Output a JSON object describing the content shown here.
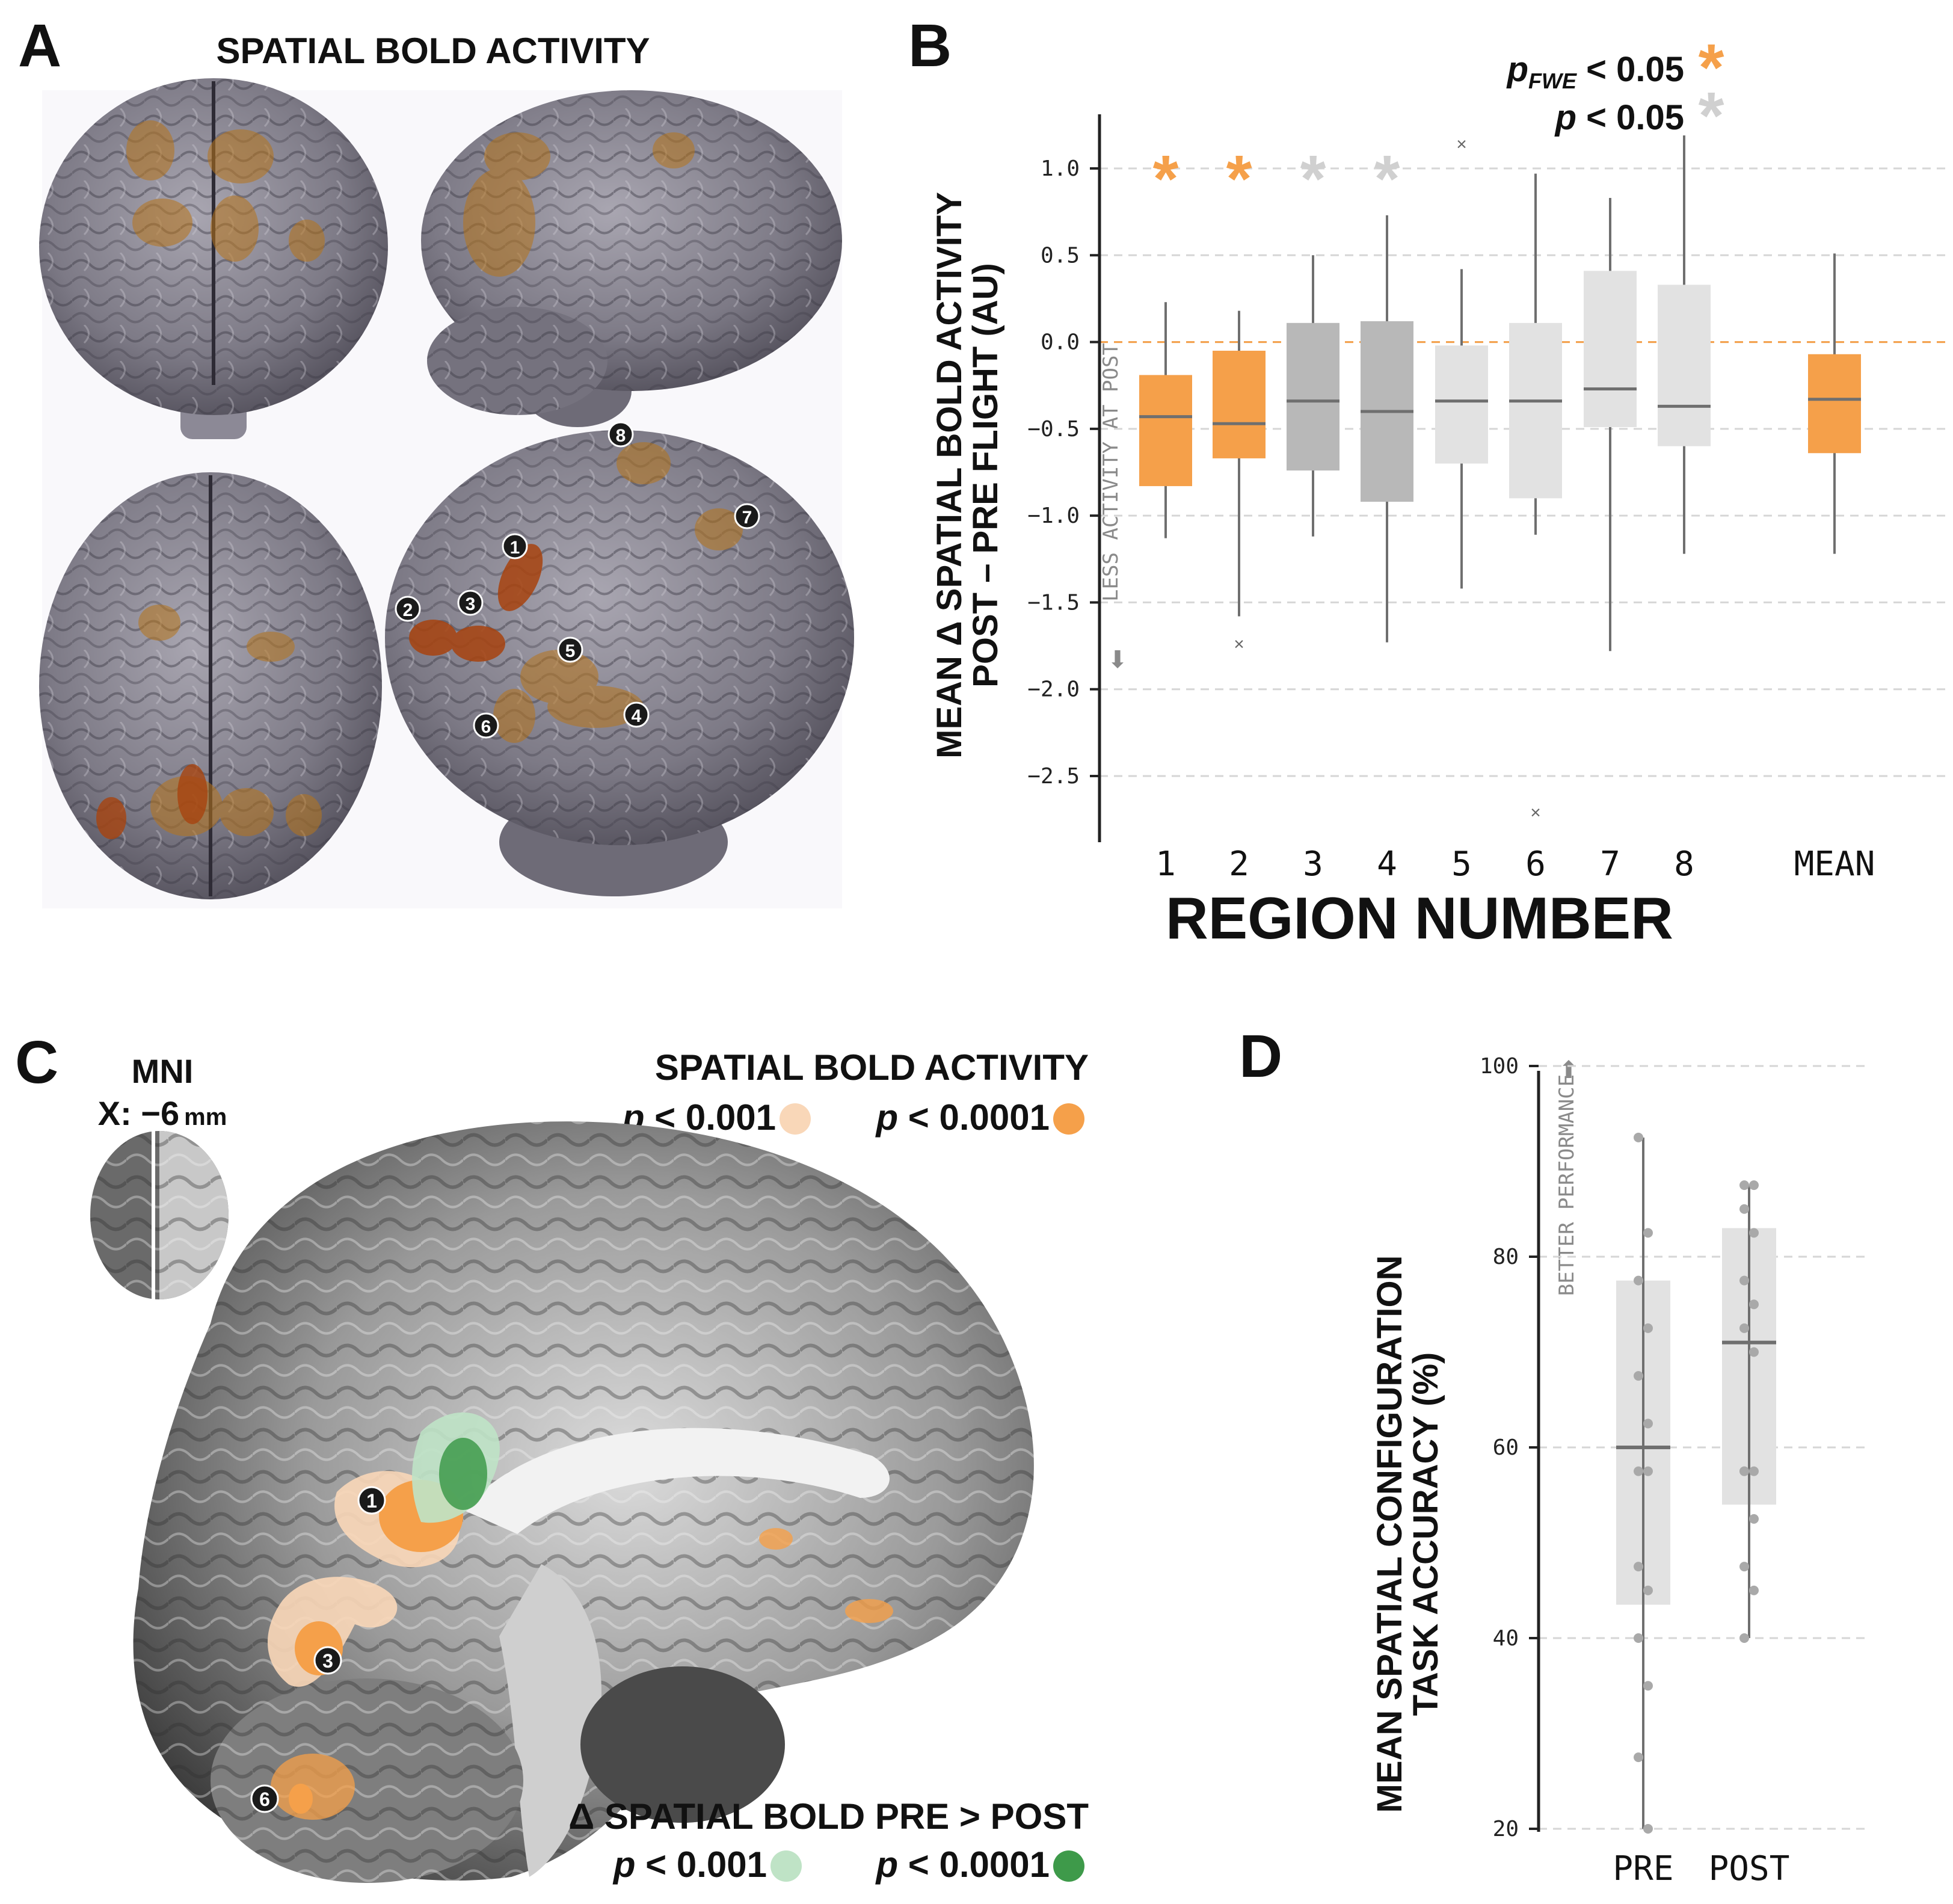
{
  "panels": {
    "A": {
      "letter": "A",
      "title": "SPATIAL BOLD ACTIVITY",
      "region_markers": [
        "1",
        "2",
        "3",
        "4",
        "5",
        "6",
        "7",
        "8"
      ]
    },
    "B": {
      "letter": "B",
      "legend": {
        "fwe_p": "p",
        "fwe_sub": "FWE",
        "fwe_text": " < 0.05",
        "unc_p": "p",
        "unc_text": " < 0.05",
        "star": "*"
      },
      "ylabel_line1": "MEAN Δ SPATIAL BOLD ACTIVITY",
      "ylabel_line2": "POST – PRE  FLIGHT (AU)",
      "annotation": "LESS ACTIVITY AT POST",
      "xlabel": "REGION NUMBER"
    },
    "C": {
      "letter": "C",
      "mni_title": "MNI",
      "mni_coord": "X: −6",
      "mni_unit": "mm",
      "legend_title": "SPATIAL BOLD ACTIVITY",
      "legend_p": "p",
      "legend_p1": " < 0.001",
      "legend_p2": " < 0.0001",
      "delta_title": "Δ SPATIAL BOLD PRE > POST",
      "delta_p": "p",
      "delta_p1": " < 0.001",
      "delta_p2": " < 0.0001",
      "region_markers": [
        "1",
        "3",
        "6"
      ]
    },
    "D": {
      "letter": "D",
      "ylabel_line1": "MEAN SPATIAL CONFIGURATION",
      "ylabel_line2": "TASK ACCURACY (%)",
      "annotation": "BETTER PERFORMANCE"
    }
  },
  "colors": {
    "orange": "#F5A04A",
    "grey_dark": "#B8B8B8",
    "grey_light": "#E2E2E2",
    "green": "#3E9A4A",
    "light_green": "#BFE3C6",
    "light_orange": "#F9D7B8",
    "axis": "#222222",
    "median": "#6F6F6F"
  },
  "chart_data": [
    {
      "type": "box",
      "panel": "B",
      "xlabel": "REGION NUMBER",
      "ylabel": "MEAN Δ SPATIAL BOLD ACTIVITY POST – PRE  FLIGHT (AU)",
      "ylim": [
        -2.9,
        1.4
      ],
      "yticks": [
        1.0,
        0.5,
        0.0,
        -0.5,
        -1.0,
        -1.5,
        -2.0,
        -2.5
      ],
      "ytick_labels": [
        "1.0",
        "0.5",
        "0.0",
        "−0.5",
        "−1.0",
        "−1.5",
        "−2.0",
        "−2.5"
      ],
      "grid": true,
      "reference_line": 0.0,
      "categories": [
        "1",
        "2",
        "3",
        "4",
        "5",
        "6",
        "7",
        "8",
        "MEAN"
      ],
      "series": [
        {
          "whisker_low": -1.13,
          "q1": -0.83,
          "median": -0.43,
          "q3": -0.19,
          "whisker_high": 0.23,
          "outliers": [],
          "color": "orange",
          "significance": "fwe"
        },
        {
          "whisker_low": -1.58,
          "q1": -0.67,
          "median": -0.47,
          "q3": -0.05,
          "whisker_high": 0.18,
          "outliers": [
            -1.74
          ],
          "color": "orange",
          "significance": "fwe"
        },
        {
          "whisker_low": -1.12,
          "q1": -0.74,
          "median": -0.34,
          "q3": 0.11,
          "whisker_high": 0.5,
          "outliers": [],
          "color": "grey_dark",
          "significance": "uncorrected"
        },
        {
          "whisker_low": -1.73,
          "q1": -0.92,
          "median": -0.4,
          "q3": 0.12,
          "whisker_high": 0.73,
          "outliers": [],
          "color": "grey_dark",
          "significance": "uncorrected"
        },
        {
          "whisker_low": -1.42,
          "q1": -0.7,
          "median": -0.34,
          "q3": -0.02,
          "whisker_high": 0.42,
          "outliers": [
            1.14
          ],
          "color": "grey_light",
          "significance": null
        },
        {
          "whisker_low": -1.11,
          "q1": -0.9,
          "median": -0.34,
          "q3": 0.11,
          "whisker_high": 0.97,
          "outliers": [
            -2.71
          ],
          "color": "grey_light",
          "significance": null
        },
        {
          "whisker_low": -1.78,
          "q1": -0.49,
          "median": -0.27,
          "q3": 0.41,
          "whisker_high": 0.83,
          "outliers": [],
          "color": "grey_light",
          "significance": null
        },
        {
          "whisker_low": -1.22,
          "q1": -0.6,
          "median": -0.37,
          "q3": 0.33,
          "whisker_high": 1.19,
          "outliers": [],
          "color": "grey_light",
          "significance": null
        },
        {
          "whisker_low": -1.22,
          "q1": -0.64,
          "median": -0.33,
          "q3": -0.07,
          "whisker_high": 0.51,
          "outliers": [],
          "color": "orange",
          "significance": null
        }
      ]
    },
    {
      "type": "box",
      "panel": "D",
      "xlabel": "",
      "ylabel": "MEAN SPATIAL CONFIGURATION TASK ACCURACY (%)",
      "ylim": [
        20,
        100
      ],
      "yticks": [
        100,
        80,
        60,
        40,
        20
      ],
      "ytick_labels": [
        "100",
        "80",
        "60",
        "40",
        "20"
      ],
      "grid": true,
      "categories": [
        "PRE",
        "POST"
      ],
      "series": [
        {
          "whisker_low": 20,
          "q1": 43.5,
          "median": 60,
          "q3": 77.5,
          "whisker_high": 92.5,
          "points": [
            92.5,
            82.5,
            77.5,
            72.5,
            67.5,
            62.5,
            57.5,
            57.5,
            47.5,
            45,
            40,
            35,
            27.5,
            20
          ],
          "color": "grey_light"
        },
        {
          "whisker_low": 40,
          "q1": 54,
          "median": 71,
          "q3": 83,
          "whisker_high": 87.5,
          "points": [
            87.5,
            87.5,
            85,
            82.5,
            77.5,
            75,
            72.5,
            70,
            57.5,
            57.5,
            57.5,
            52.5,
            47.5,
            45,
            40
          ],
          "color": "grey_light"
        }
      ]
    }
  ]
}
